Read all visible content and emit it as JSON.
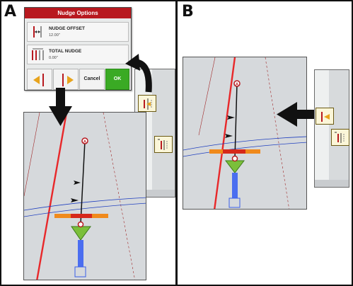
{
  "panel_a": {
    "letter": "A"
  },
  "panel_b": {
    "letter": "B"
  },
  "dialog": {
    "title": "Nudge Options",
    "rows": [
      {
        "label": "NUDGE OFFSET",
        "value": "12.00\"",
        "icon": "nudge-offset-icon"
      },
      {
        "label": "TOTAL NUDGE",
        "value": "0.00\"",
        "icon": "total-nudge-icon"
      }
    ],
    "buttons": {
      "nudge_left_icon": "nudge-left-arrow-icon",
      "nudge_right_icon": "nudge-right-arrow-icon",
      "cancel_label": "Cancel",
      "ok_label": "OK"
    }
  },
  "colors": {
    "title_bar": "#b8191f",
    "ok_button": "#3aaa24",
    "guidance_line": "#e8282a",
    "boom_section": "#f08a1c",
    "path_blue": "#1f3fbf",
    "screen_bg": "#d6d9dc"
  }
}
